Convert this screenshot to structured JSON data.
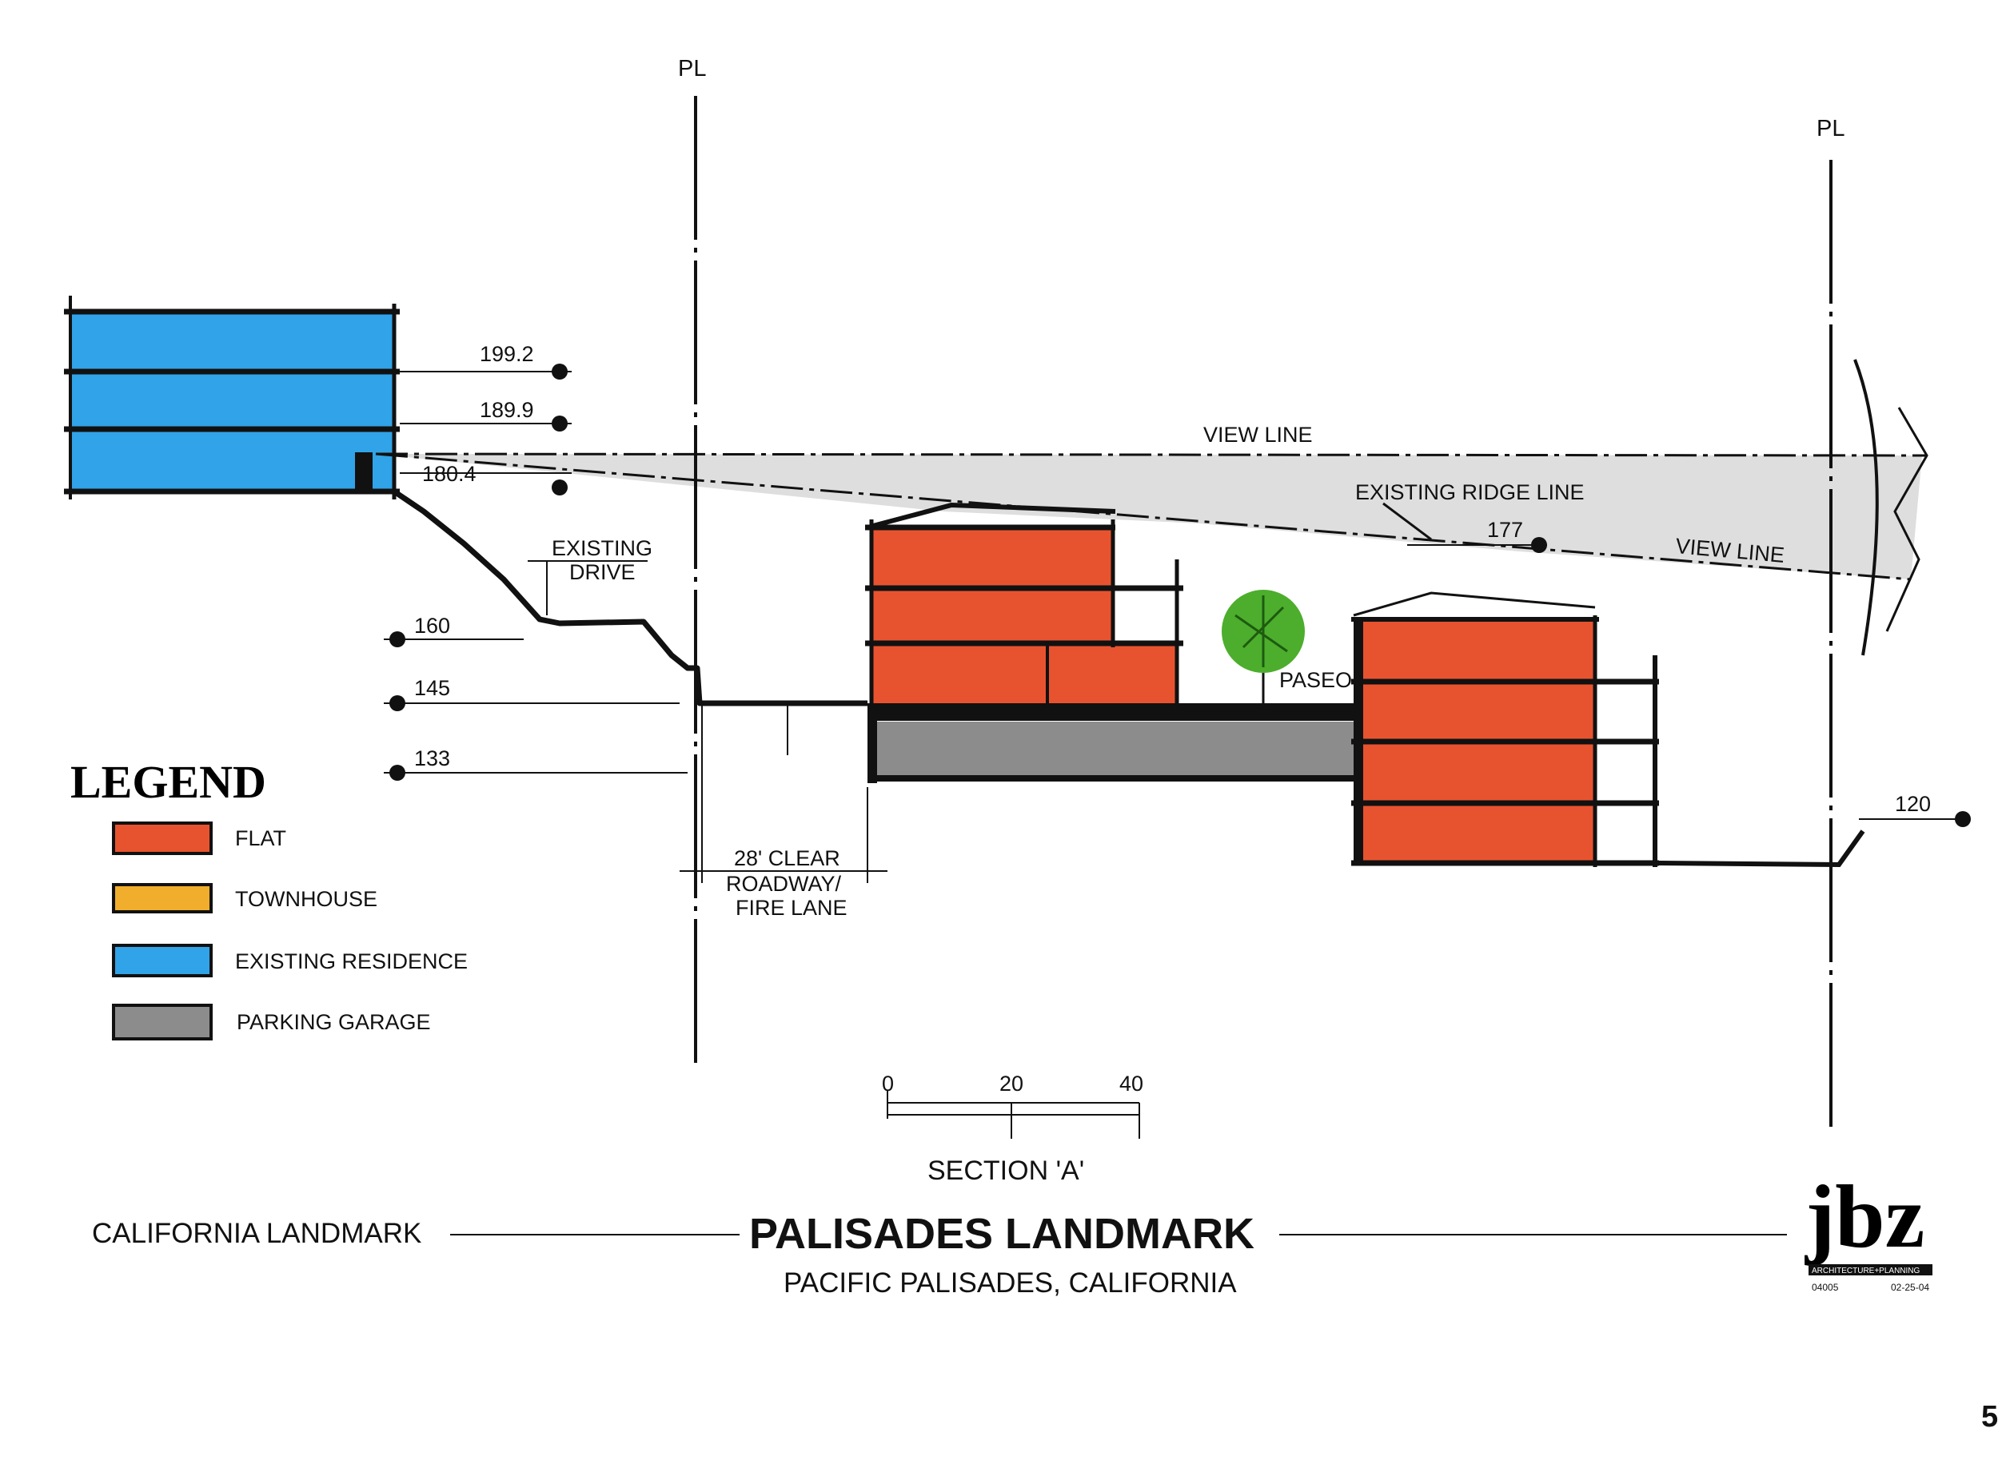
{
  "property_line_label": "PL",
  "elevations": {
    "e199": "199.2",
    "e189": "189.9",
    "e180": "180.4",
    "e177": "177",
    "e160": "160",
    "e145": "145",
    "e133": "133",
    "e120": "120"
  },
  "annotations": {
    "view_line": "VIEW LINE",
    "existing_ridge_line": "EXISTING RIDGE LINE",
    "existing_drive_1": "EXISTING",
    "existing_drive_2": "DRIVE",
    "paseo": "PASEO",
    "roadway_1": "28' CLEAR",
    "roadway_2": "ROADWAY/",
    "roadway_3": "FIRE LANE"
  },
  "scale_bar": {
    "labels": [
      "0",
      "20",
      "40"
    ]
  },
  "legend": {
    "title": "LEGEND",
    "items": [
      {
        "label": "FLAT",
        "color": "#e8532f"
      },
      {
        "label": "TOWNHOUSE",
        "color": "#f0ae2c"
      },
      {
        "label": "EXISTING RESIDENCE",
        "color": "#31a3e8"
      },
      {
        "label": "PARKING GARAGE",
        "color": "#8c8c8c"
      }
    ]
  },
  "colors": {
    "flat": "#e8532f",
    "existing_residence": "#31a3e8",
    "parking_garage": "#8c8c8c",
    "view_cone": "#dedede",
    "tree": "#4cae2c"
  },
  "title_block": {
    "section": "SECTION 'A'",
    "left_title": "CALIFORNIA LANDMARK",
    "project": "PALISADES LANDMARK",
    "location": "PACIFIC PALISADES, CALIFORNIA"
  },
  "logo": {
    "letters": "jbz",
    "caption": "ARCHITECTURE+PLANNING",
    "job_number": "04005",
    "date": "02-25-04"
  },
  "page_number": "5"
}
